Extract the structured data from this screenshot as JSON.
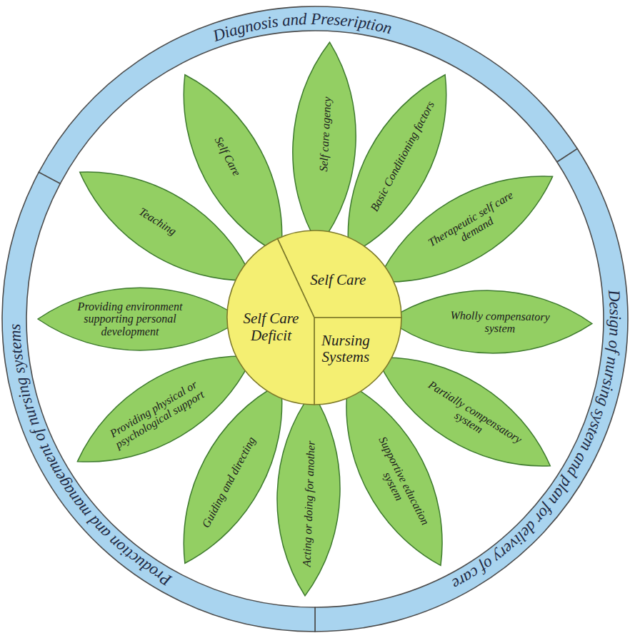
{
  "diagram": {
    "nodes": [
      {
        "text": [
          "Diagnosis and Preseription"
        ]
      },
      {
        "text": [
          "Design of nursing system and plan for delivery of care"
        ]
      },
      {
        "text": [
          "Production and management of nursing systems"
        ]
      },
      {
        "text": [
          "Self Care"
        ]
      },
      {
        "text": [
          "Nursing Systems"
        ]
      },
      {
        "text": [
          "Self Care Deficit"
        ]
      },
      {
        "text": [
          "Self care agency"
        ]
      },
      {
        "text": [
          "Basic Conditioning factors"
        ]
      },
      {
        "text": [
          "Therapeutic self care demand"
        ]
      },
      {
        "text": [
          "Wholly compensatory system"
        ]
      },
      {
        "text": [
          "Partially compensatory system"
        ]
      },
      {
        "text": [
          "Supportive education system"
        ]
      },
      {
        "text": [
          "Acting or doing for another"
        ]
      },
      {
        "text": [
          "Guiding and directing"
        ]
      },
      {
        "text": [
          "Providing physical or psychological support"
        ]
      },
      {
        "text": [
          "Providing environment supporting personal development"
        ]
      },
      {
        "text": [
          "Teaching"
        ]
      },
      {
        "text": [
          "Self Care"
        ]
      }
    ]
  }
}
